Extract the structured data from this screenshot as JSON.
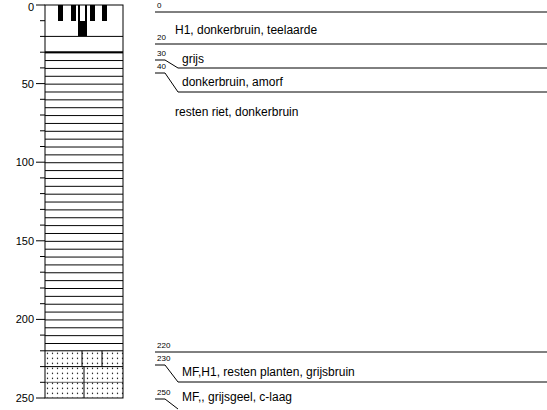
{
  "diagram": {
    "labels": [
      "0",
      "50",
      "100",
      "150",
      "200",
      "250",
      "0",
      "H1, donkerbruin, teelaarde",
      "20",
      "30",
      "grijs",
      "40",
      "donkerbruin, amorf",
      "resten riet, donkerbruin",
      "220",
      "230",
      "MF,H1, resten planten, grijsbruin",
      "250",
      "MF,, grijsgeel, c-laag"
    ]
  }
}
